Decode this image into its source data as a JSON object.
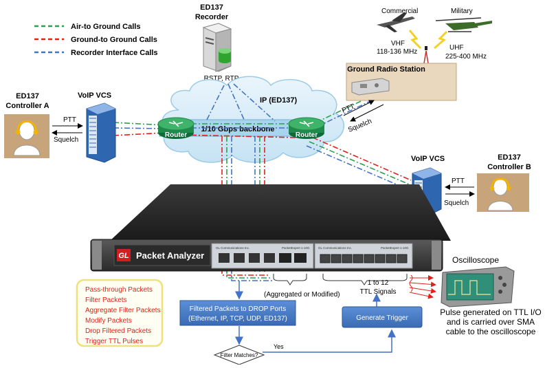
{
  "legend": [
    {
      "label": "Air-to Ground Calls",
      "color": "#2e9e4f"
    },
    {
      "label": "Ground-to Ground Calls",
      "color": "#e0201a"
    },
    {
      "label": "Recorder Interface Calls",
      "color": "#4472c4"
    }
  ],
  "recorder": {
    "line1": "ED137",
    "line2": "Recorder",
    "protocol": "RSTP, RTP"
  },
  "cloud": {
    "title": "IP (ED137)",
    "backbone": "1/10 Gbps backbone",
    "router": "Router"
  },
  "aircraft": {
    "commercial": "Commercial",
    "military": "Military",
    "vhf": "VHF",
    "vhf_range": "118-136 MHz",
    "uhf": "UHF",
    "uhf_range": "225-400 MHz"
  },
  "ground_radio": "Ground Radio Station",
  "controller_a": {
    "line1": "ED137",
    "line2": "Controller A"
  },
  "controller_b": {
    "line1": "ED137",
    "line2": "Controller B"
  },
  "vcs_label": "VoIP VCS",
  "ptt": "PTT",
  "squelch": "Squelch",
  "analyzer": {
    "logo": "GL",
    "title": "Packet Analyzer",
    "brand": "GL Communications Inc.",
    "model": "PacketExpert 1-10G"
  },
  "features": [
    "Pass-through Packets",
    "Filter Packets",
    "Aggregate Filter Packets",
    "Modify Packets",
    "Drop Filtered Packets",
    "Trigger TTL Pulses"
  ],
  "aggregated": "(Aggregated  or Modified)",
  "ttl": {
    "line1": "1 to 12",
    "line2": "TTL Signals"
  },
  "filtered": {
    "line1": "Filtered Packets to DROP Ports",
    "line2": "(Ethernet, IP, TCP, UDP, ED137)"
  },
  "trigger": "Generate Trigger",
  "decision": "Filter Matches?",
  "yes": "Yes",
  "oscilloscope": {
    "title": "Oscilloscope",
    "caption": [
      "Pulse generated on TTL I/O",
      "and is carried over SMA",
      "cable to the oscilloscope"
    ]
  }
}
